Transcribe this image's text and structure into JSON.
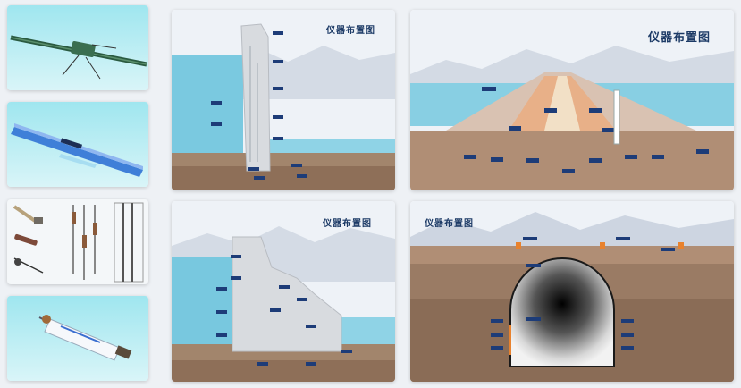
{
  "panels": {
    "gravity_dam": {
      "title": "仪器布置图"
    },
    "earth_dam": {
      "title": "仪器布置图"
    },
    "buttress_dam": {
      "title": "仪器布置图"
    },
    "tunnel": {
      "title": "仪器布置图"
    }
  },
  "thumbnails": [
    {
      "name": "cable-clamp-instrument"
    },
    {
      "name": "blue-rail-sensor"
    },
    {
      "name": "piezometer-set"
    },
    {
      "name": "cylindrical-sensor"
    }
  ],
  "colors": {
    "water": "#74cbe0",
    "soil": "#a58870",
    "label": "#1d3c78",
    "dam": "#d9dce0",
    "earth_core": "#e8b088"
  }
}
